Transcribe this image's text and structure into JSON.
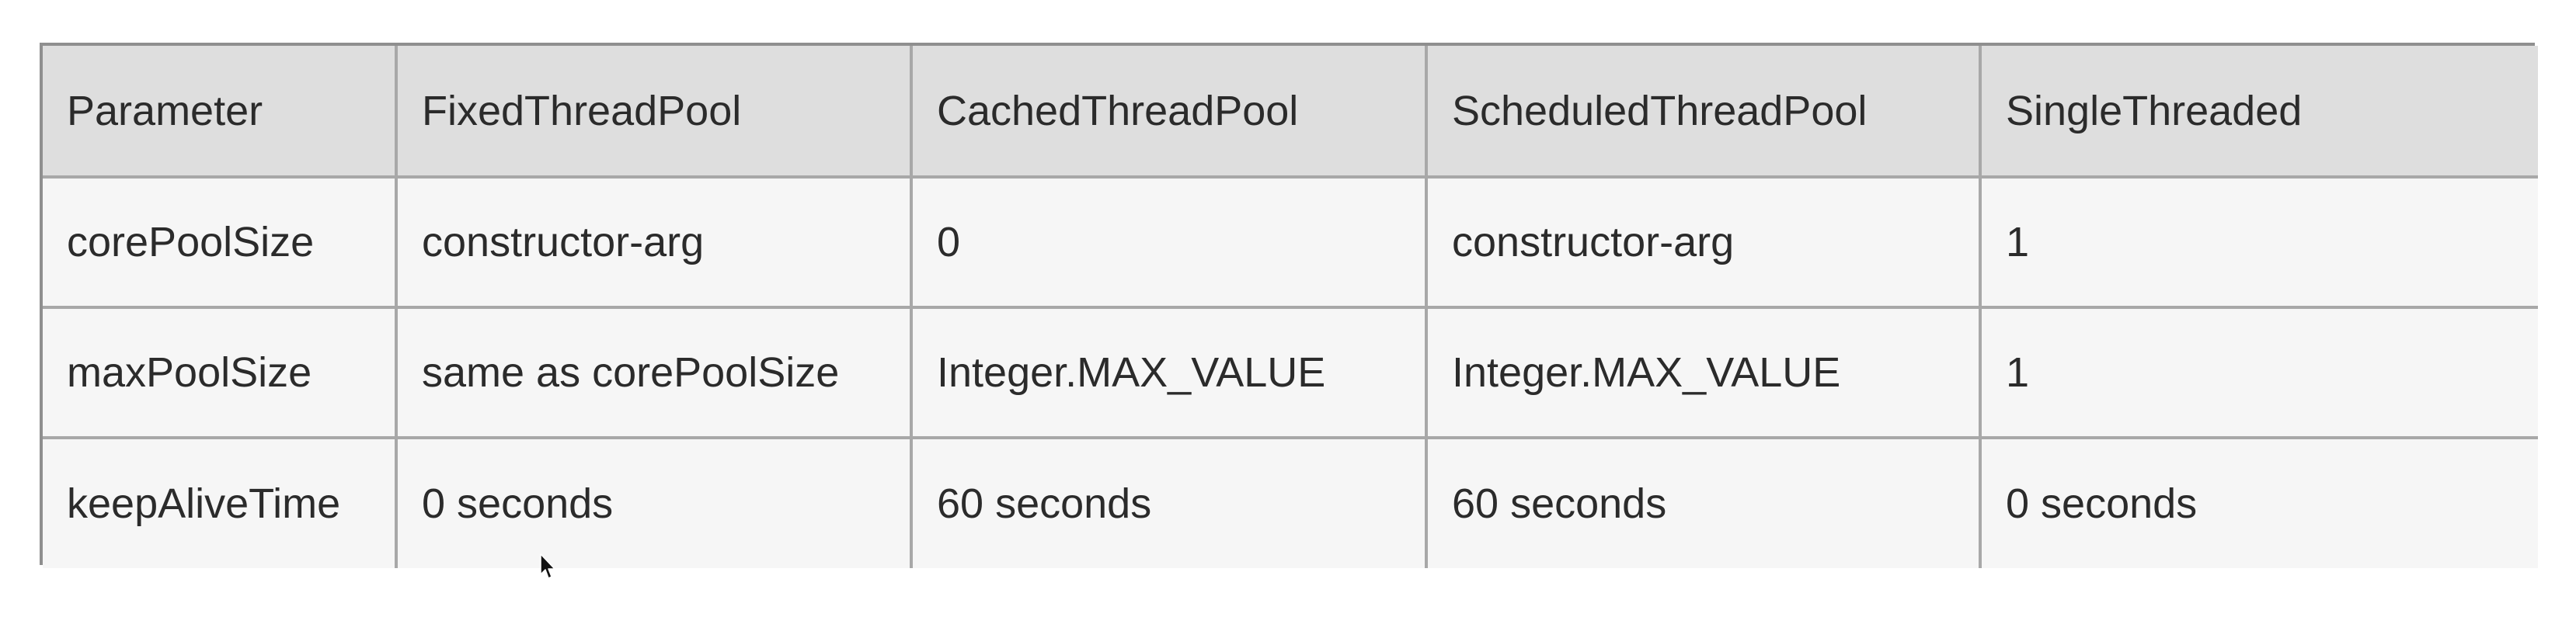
{
  "table": {
    "headers": [
      "Parameter",
      "FixedThreadPool",
      "CachedThreadPool",
      "ScheduledThreadPool",
      "SingleThreaded"
    ],
    "rows": [
      [
        "corePoolSize",
        "constructor-arg",
        "0",
        "constructor-arg",
        "1"
      ],
      [
        "maxPoolSize",
        "same as corePoolSize",
        "Integer.MAX_VALUE",
        "Integer.MAX_VALUE",
        "1"
      ],
      [
        "keepAliveTime",
        "0 seconds",
        "60 seconds",
        "60 seconds",
        "0 seconds"
      ]
    ]
  },
  "cursor": {
    "icon": "mouse-pointer-icon"
  }
}
